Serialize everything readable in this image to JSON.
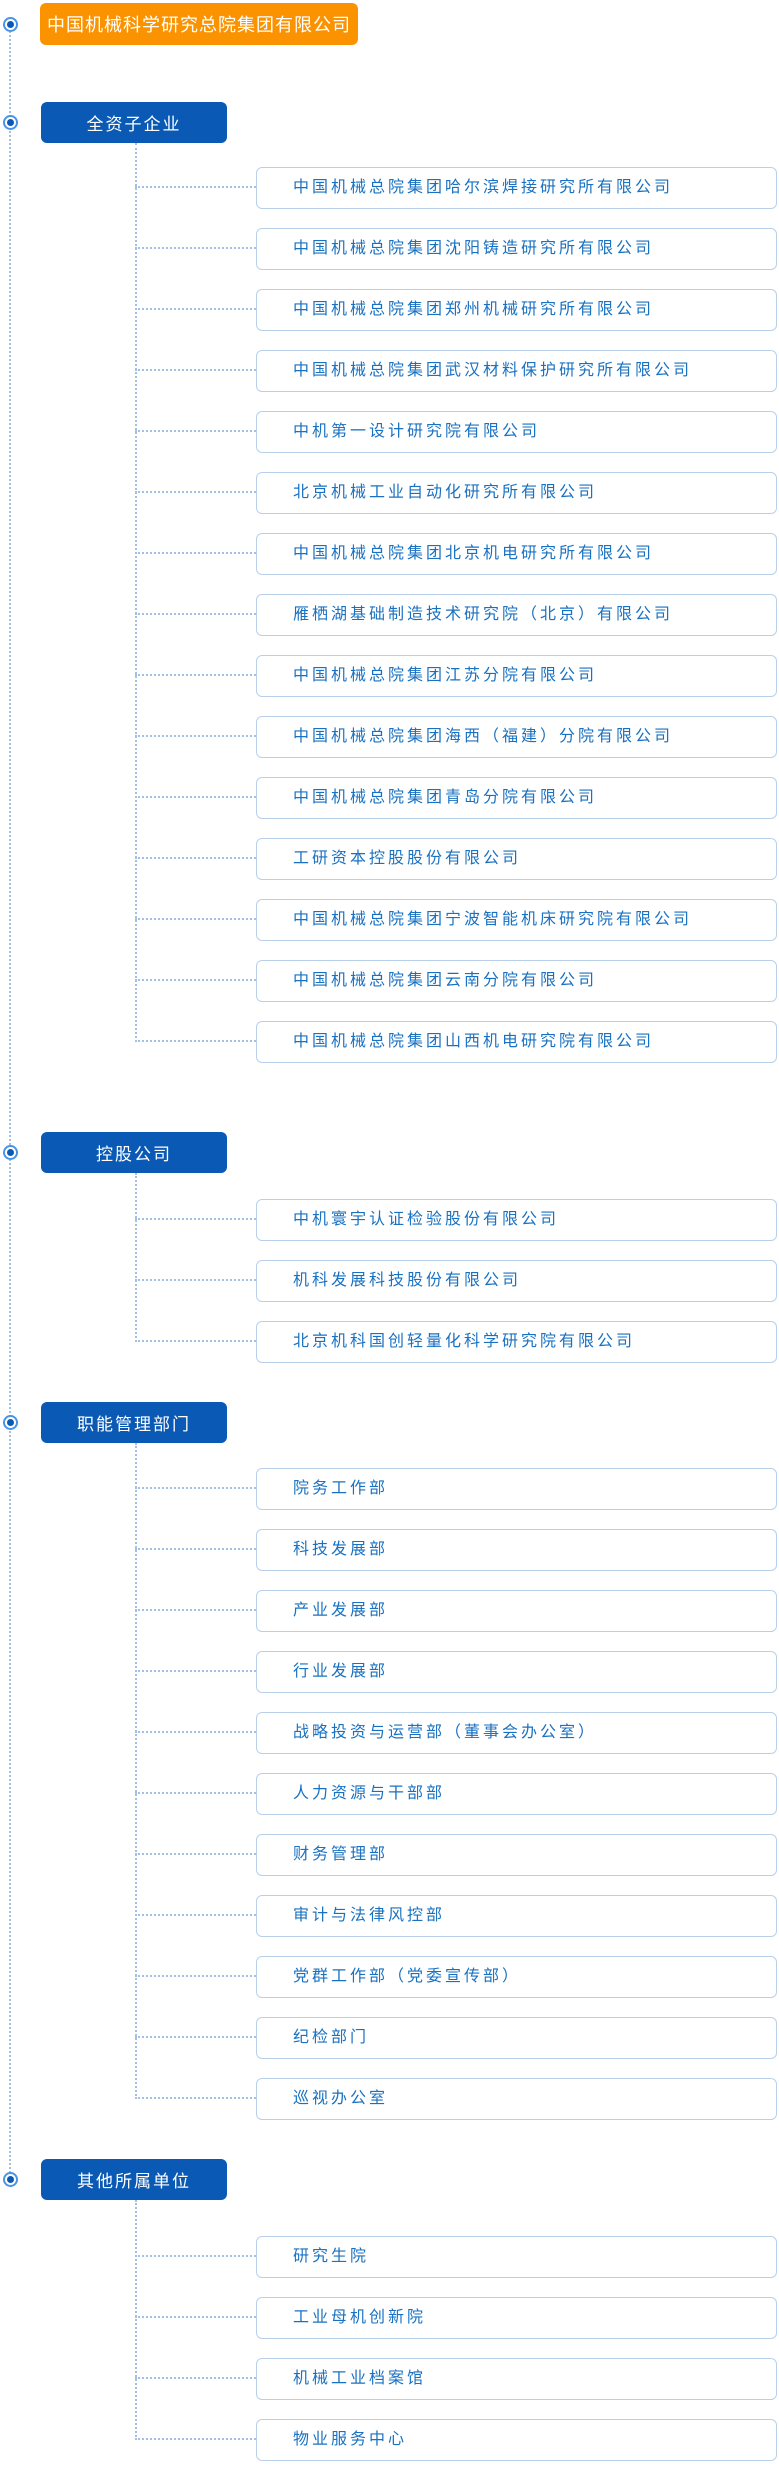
{
  "root": {
    "label": "中国机械科学研究总院集团有限公司"
  },
  "colors": {
    "root_bg": "#fb9200",
    "section_bg": "#0a5ab5",
    "item_text": "#1971c2",
    "item_border": "#b9d0ea",
    "connector": "#a2bfe6"
  },
  "icons": {
    "bullet": "radio-dot-icon"
  },
  "sections": [
    {
      "label": "全资子企业",
      "items": [
        "中国机械总院集团哈尔滨焊接研究所有限公司",
        "中国机械总院集团沈阳铸造研究所有限公司",
        "中国机械总院集团郑州机械研究所有限公司",
        "中国机械总院集团武汉材料保护研究所有限公司",
        "中机第一设计研究院有限公司",
        "北京机械工业自动化研究所有限公司",
        "中国机械总院集团北京机电研究所有限公司",
        "雁栖湖基础制造技术研究院（北京）有限公司",
        "中国机械总院集团江苏分院有限公司",
        "中国机械总院集团海西（福建）分院有限公司",
        "中国机械总院集团青岛分院有限公司",
        "工研资本控股股份有限公司",
        "中国机械总院集团宁波智能机床研究院有限公司",
        "中国机械总院集团云南分院有限公司",
        "中国机械总院集团山西机电研究院有限公司"
      ]
    },
    {
      "label": "控股公司",
      "items": [
        "中机寰宇认证检验股份有限公司",
        "机科发展科技股份有限公司",
        "北京机科国创轻量化科学研究院有限公司"
      ]
    },
    {
      "label": "职能管理部门",
      "items": [
        "院务工作部",
        "科技发展部",
        "产业发展部",
        "行业发展部",
        "战略投资与运营部（董事会办公室）",
        "人力资源与干部部",
        "财务管理部",
        "审计与法律风控部",
        "党群工作部（党委宣传部）",
        "纪检部门",
        "巡视办公室"
      ]
    },
    {
      "label": "其他所属单位",
      "items": [
        "研究生院",
        "工业母机创新院",
        "机械工业档案馆",
        "物业服务中心"
      ]
    }
  ]
}
